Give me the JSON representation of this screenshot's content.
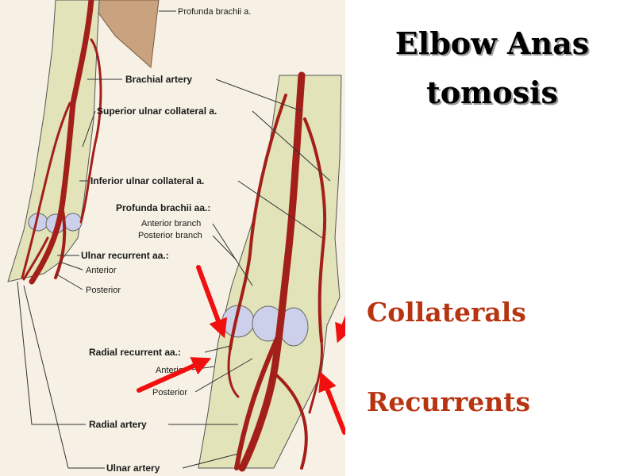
{
  "slide": {
    "title": "Elbow Anastomosis",
    "bullets": [
      "Collaterals",
      "Recurrents"
    ]
  },
  "labels": {
    "profunda_brachii": "Profunda brachii a.",
    "brachial_artery": "Brachial artery",
    "superior_ulnar_collateral": "Superior ulnar collateral a.",
    "inferior_ulnar_collateral": "Inferior ulnar collateral a.",
    "profunda_brachii_aa": "Profunda brachii aa.:",
    "anterior_branch": "Anterior branch",
    "posterior_branch": "Posterior branch",
    "ulnar_recurrent": "Ulnar recurrent aa.:",
    "ulnar_recurrent_anterior": "Anterior",
    "ulnar_recurrent_posterior": "Posterior",
    "radial_recurrent": "Radial recurrent aa.:",
    "radial_recurrent_anterior": "Anterior",
    "radial_recurrent_posterior": "Posterior",
    "radial_artery": "Radial artery",
    "ulnar_artery": "Ulnar artery"
  },
  "colors": {
    "artery": "#a31f1a",
    "arrow": "#f01010",
    "bullet_text": "#b83410",
    "muscle": "#c9a27f",
    "limb": "#e2e3b8",
    "bone": "#cdd0ea"
  }
}
